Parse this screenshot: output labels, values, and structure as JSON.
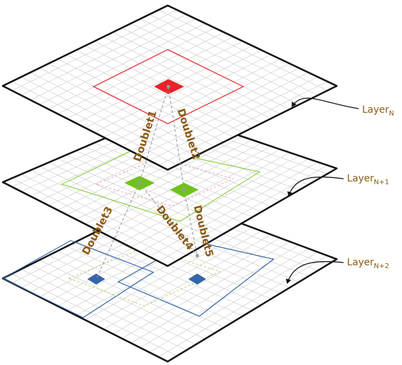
{
  "diagram": {
    "layers": [
      {
        "id": "n",
        "label": "Layer",
        "sub": "N"
      },
      {
        "id": "n1",
        "label": "Layer",
        "sub": "N+1"
      },
      {
        "id": "n2",
        "label": "Layer",
        "sub": "N+2"
      }
    ],
    "doublets": [
      {
        "id": "d1",
        "label": "Doublet1"
      },
      {
        "id": "d2",
        "label": "Doublet2"
      },
      {
        "id": "d3",
        "label": "Doublet3"
      },
      {
        "id": "d4",
        "label": "Doublet4"
      },
      {
        "id": "d5",
        "label": "Doublet5"
      }
    ],
    "colors": {
      "red": "#e8232a",
      "green": "#6fc21a",
      "blue": "#3565a8",
      "label": "#8b5a14",
      "plate_border": "#141414",
      "grid": "#d3d3d3"
    }
  }
}
